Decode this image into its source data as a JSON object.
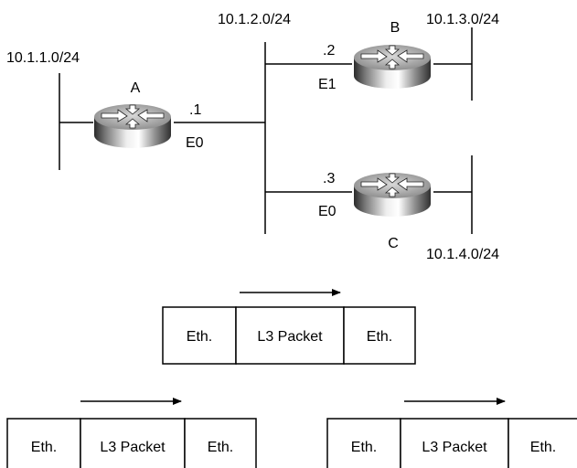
{
  "routers": {
    "a": {
      "name": "A"
    },
    "b": {
      "name": "B"
    },
    "c": {
      "name": "C"
    }
  },
  "subnets": {
    "lan_a": "10.1.1.0/24",
    "shared": "10.1.2.0/24",
    "lan_b": "10.1.3.0/24",
    "lan_c": "10.1.4.0/24"
  },
  "interfaces": {
    "a_host": ".1",
    "a_if": "E0",
    "b_host": ".2",
    "b_if": "E1",
    "c_host": ".3",
    "c_if": "E0"
  },
  "frames": [
    {
      "header": "Eth.",
      "payload": "L3 Packet",
      "trailer": "Eth."
    },
    {
      "header": "Eth.",
      "payload": "L3 Packet",
      "trailer": "Eth."
    },
    {
      "header": "Eth.",
      "payload": "L3 Packet",
      "trailer": "Eth."
    }
  ],
  "colors": {
    "stroke": "#000000",
    "background": "#ffffff"
  },
  "icons": {
    "router": "router-icon",
    "arrow": "arrow-right-icon"
  }
}
